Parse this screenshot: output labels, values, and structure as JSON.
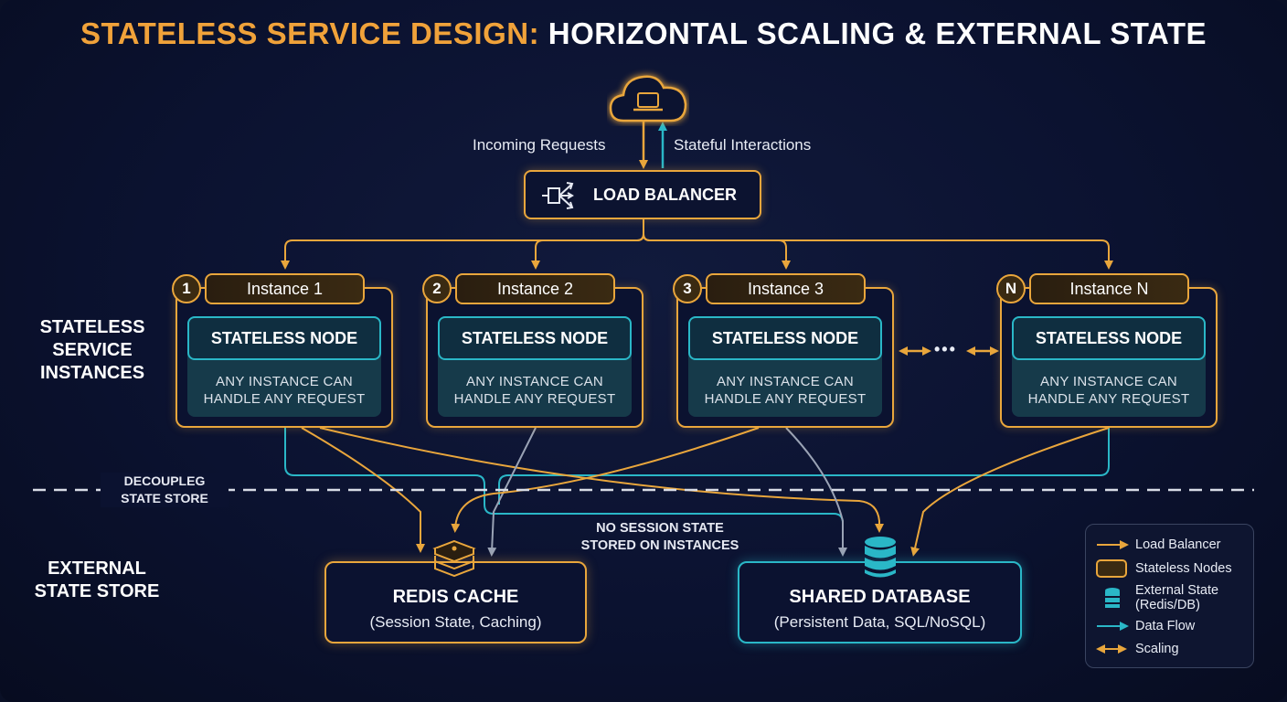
{
  "title": {
    "part1": "STATELESS SERVICE DESIGN:",
    "part2": "HORIZONTAL SCALING & EXTERNAL STATE"
  },
  "side_labels": {
    "instances": [
      "STATELESS",
      "SERVICE",
      "INSTANCES"
    ],
    "external": [
      "EXTERNAL",
      "STATE STORE"
    ]
  },
  "client": {
    "incoming": "Incoming Requests",
    "stateful": "Stateful Interactions",
    "icon": "cloud-laptop-icon"
  },
  "load_balancer": {
    "label": "LOAD BALANCER",
    "icon": "load-balancer-icon"
  },
  "instances": [
    {
      "number": "1",
      "name": "Instance 1",
      "node": "STATELESS NODE",
      "desc1": "ANY INSTANCE CAN",
      "desc2": "HANDLE ANY REQUEST"
    },
    {
      "number": "2",
      "name": "Instance 2",
      "node": "STATELESS NODE",
      "desc1": "ANY INSTANCE CAN",
      "desc2": "HANDLE ANY REQUEST"
    },
    {
      "number": "3",
      "name": "Instance 3",
      "node": "STATELESS NODE",
      "desc1": "ANY INSTANCE CAN",
      "desc2": "HANDLE ANY REQUEST"
    },
    {
      "number": "N",
      "name": "Instance N",
      "node": "STATELESS NODE",
      "desc1": "ANY INSTANCE CAN",
      "desc2": "HANDLE ANY REQUEST"
    }
  ],
  "ellipsis": "•••",
  "divider": {
    "line1": "DECOUPLEG",
    "line2": "STATE STORE"
  },
  "no_session": {
    "line1": "NO SESSION STATE",
    "line2": "STORED ON INSTANCES"
  },
  "redis": {
    "name": "REDIS CACHE",
    "desc": "(Session State, Caching)",
    "icon": "redis-stack-icon"
  },
  "database": {
    "name": "SHARED DATABASE",
    "desc": "(Persistent Data, SQL/NoSQL)",
    "icon": "database-icon"
  },
  "legend": {
    "load_balancer": "Load Balancer",
    "stateless_nodes": "Stateless Nodes",
    "external_state1": "External State",
    "external_state2": "(Redis/DB)",
    "data_flow": "Data Flow",
    "scaling": "Scaling"
  },
  "colors": {
    "orange": "#e9a63c",
    "teal": "#2ab7c7",
    "background": "#0b1230"
  }
}
